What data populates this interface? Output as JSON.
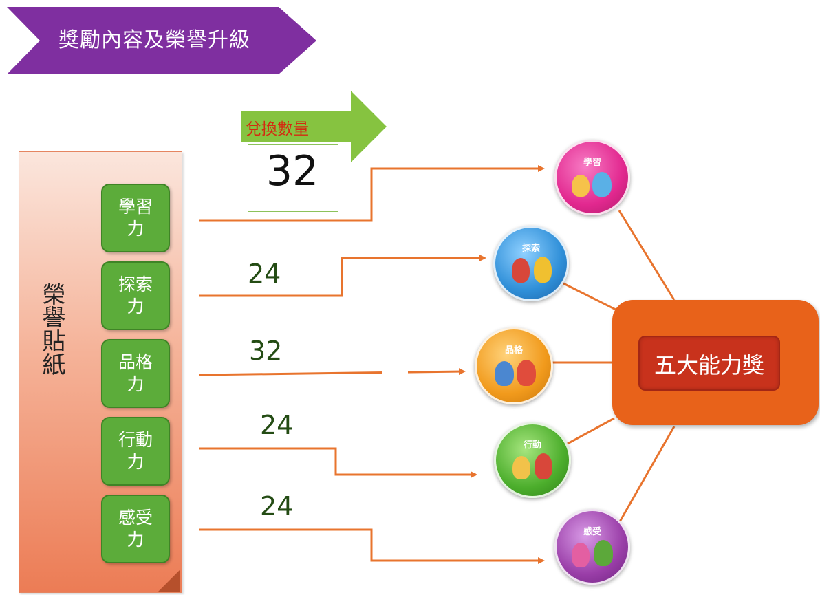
{
  "title": "獎勵內容及榮譽升級",
  "panel_title": "榮譽貼紙",
  "abilities": [
    {
      "line1": "學習",
      "line2": "力"
    },
    {
      "line1": "探索",
      "line2": "力"
    },
    {
      "line1": "品格",
      "line2": "力"
    },
    {
      "line1": "行動",
      "line2": "力"
    },
    {
      "line1": "感受",
      "line2": "力"
    }
  ],
  "exchange_label": "兌換數量",
  "counts": [
    "32",
    "24",
    "32",
    "24",
    "24"
  ],
  "medals": [
    {
      "label": "學習",
      "color": "#e2288f"
    },
    {
      "label": "探索",
      "color": "#2f8fd8"
    },
    {
      "label": "品格",
      "color": "#f19a1c"
    },
    {
      "label": "行動",
      "color": "#4cae2c"
    },
    {
      "label": "感受",
      "color": "#9a3ea8"
    }
  ],
  "award": "五大能力獎",
  "colors": {
    "banner": "#7f2fa0",
    "arrow": "#86c340",
    "connector": "#e8742e",
    "award": "#e8621a",
    "ability_box": "#5cac3a"
  }
}
